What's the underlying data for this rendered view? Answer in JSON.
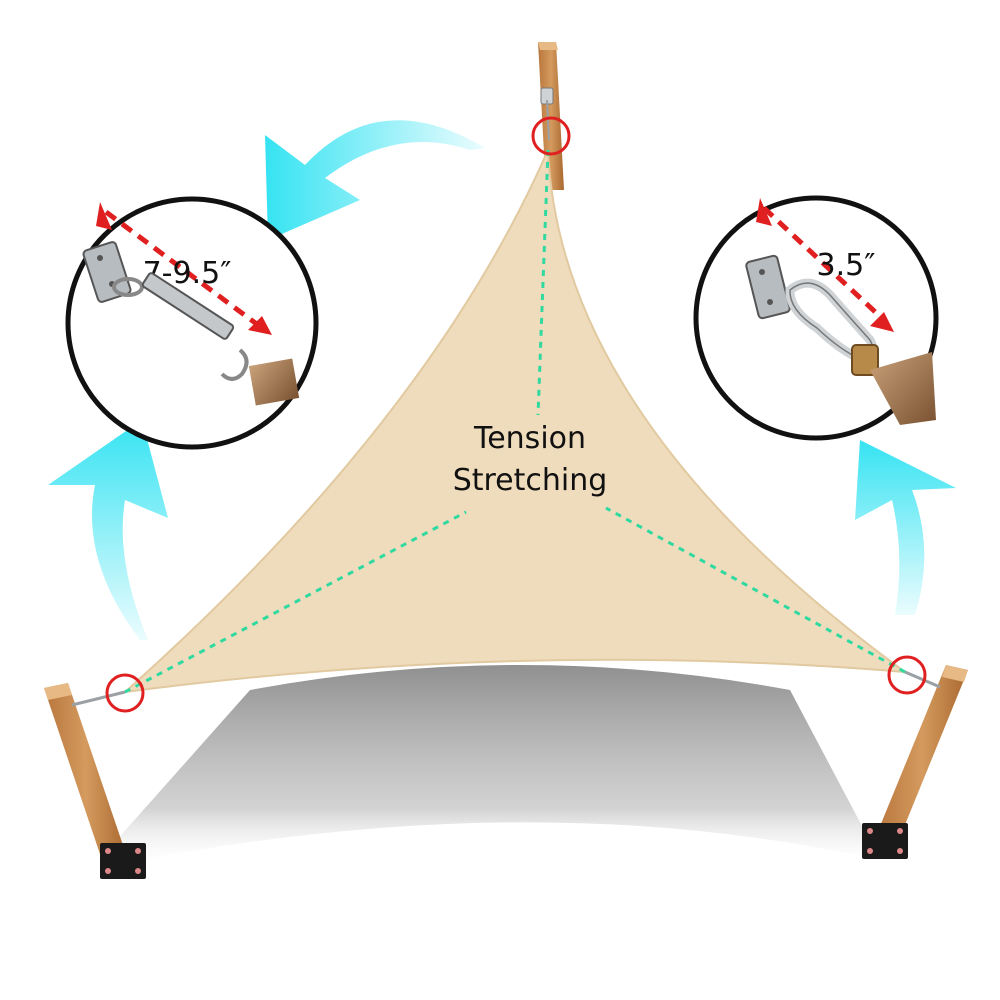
{
  "center_label": {
    "line1": "Tension",
    "line2": "Stretching"
  },
  "left_callout": {
    "measurement": "7-9.5″",
    "hardware": "turnbuckle"
  },
  "right_callout": {
    "measurement": "3.5″",
    "hardware": "snap-hook"
  },
  "colors": {
    "sail": "#efdcbc",
    "post": "#c98a4f",
    "arrow": "#35e3f2",
    "guide_line": "#2fd9a0",
    "marker": "#e02020",
    "shadow": "#9a9a9a"
  }
}
